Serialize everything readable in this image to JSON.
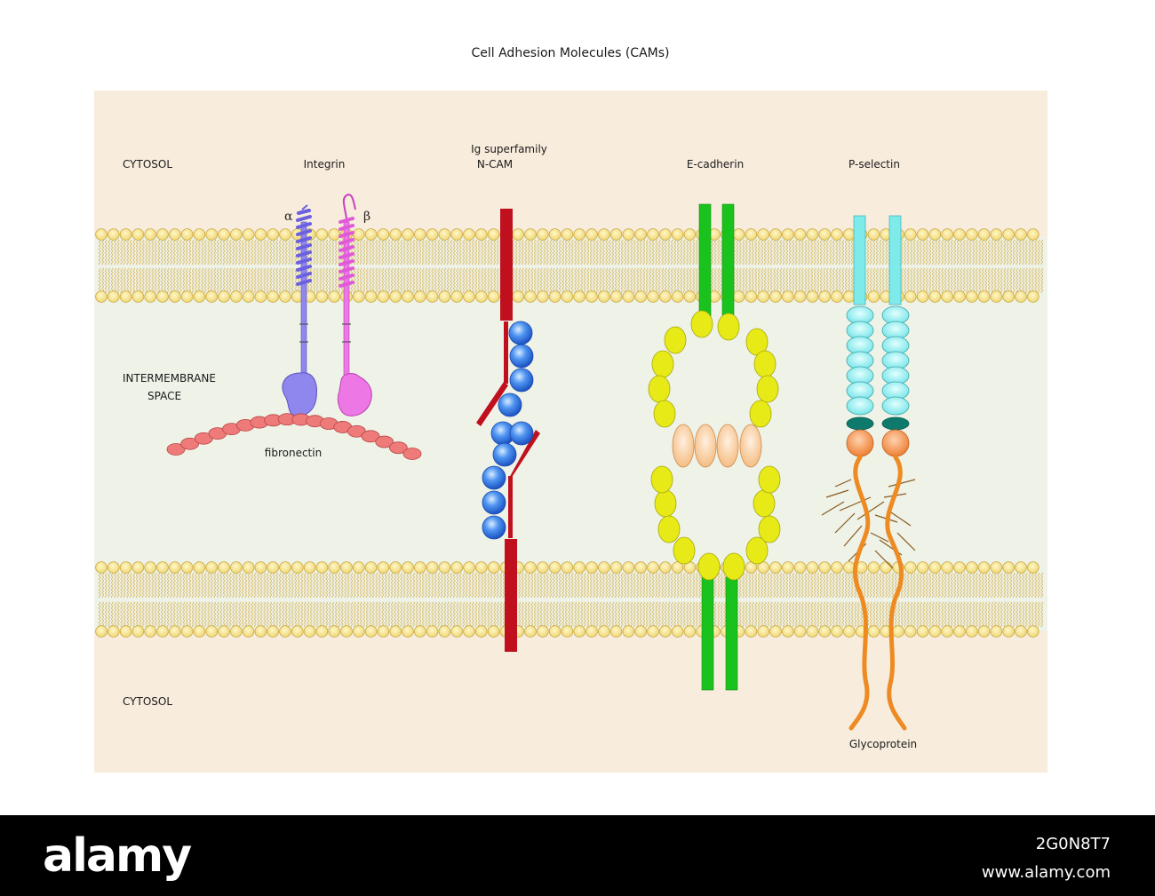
{
  "title": "Cell Adhesion Molecules (CAMs)",
  "regions": {
    "cytosol_top": "CYTOSOL",
    "intermembrane_line1": "INTERMEMBRANE",
    "intermembrane_line2": "SPACE",
    "cytosol_bottom": "CYTOSOL"
  },
  "molecules": {
    "integrin": "Integrin",
    "alpha": "α",
    "beta": "β",
    "fibronectin": "fibronectin",
    "ig_line1": "Ig superfamily",
    "ig_line2": "N-CAM",
    "ecadherin": "E-cadherin",
    "pselectin": "P-selectin",
    "glycoprotein": "Glycoprotein"
  },
  "colors": {
    "cytosol_bg": "#f8ecdd",
    "intermembrane_bg": "#eef2e7",
    "lipid_head": "#f5e28a",
    "integrin_alpha": "#8f86ee",
    "integrin_beta": "#ee77e6",
    "fibronectin": "#ee7a7a",
    "ncam": "#c0101e",
    "ncam_domain": "#3a7ee8",
    "cadherin": "#19c21c",
    "cadherin_domain": "#e8ea17",
    "cadherin_center": "#f8c79a",
    "selectin": "#7eeaea",
    "selectin_dark": "#0e7a6c",
    "selectin_orange": "#f08a34",
    "glycoprotein": "#ee8a22"
  },
  "watermark": {
    "brand": "alamy",
    "image_id": "2G0N8T7",
    "url": "www.alamy.com"
  }
}
